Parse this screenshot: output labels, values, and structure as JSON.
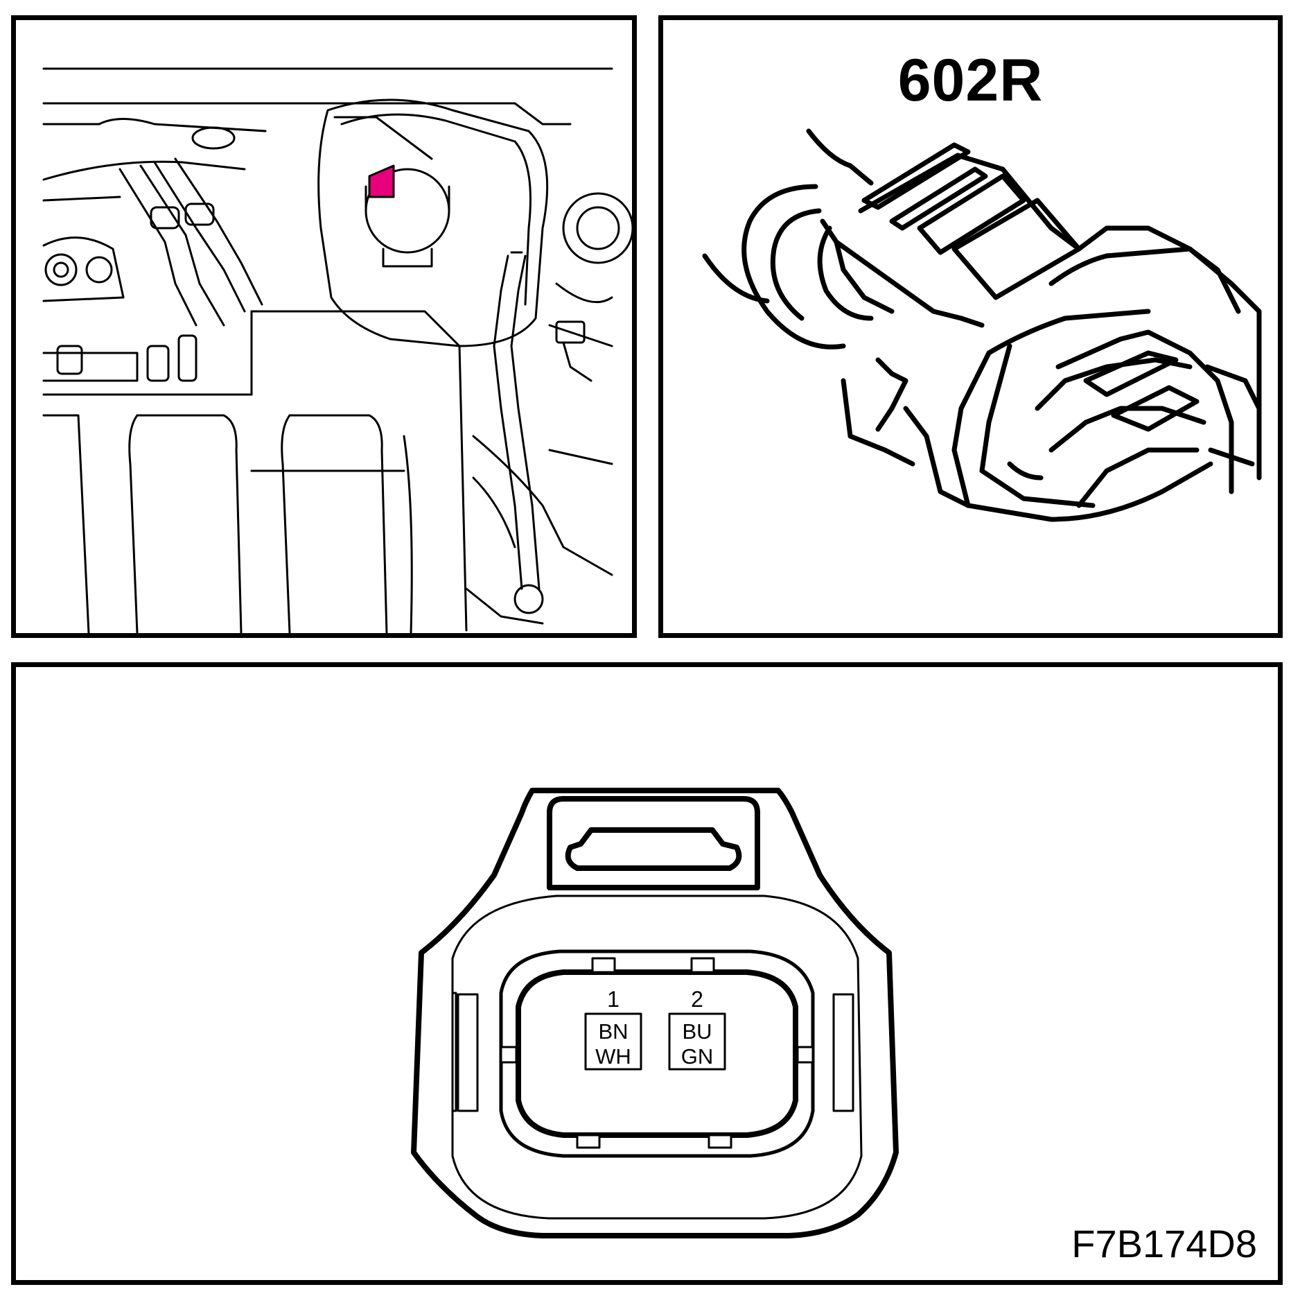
{
  "connector": {
    "id": "602R",
    "pins": [
      {
        "number": "1",
        "color_top": "BN",
        "color_bottom": "WH"
      },
      {
        "number": "2",
        "color_top": "BU",
        "color_bottom": "GN"
      }
    ]
  },
  "figure_id": "F7B174D8",
  "colors": {
    "line": "#000000",
    "highlight": "#e8007a",
    "background": "#ffffff"
  }
}
